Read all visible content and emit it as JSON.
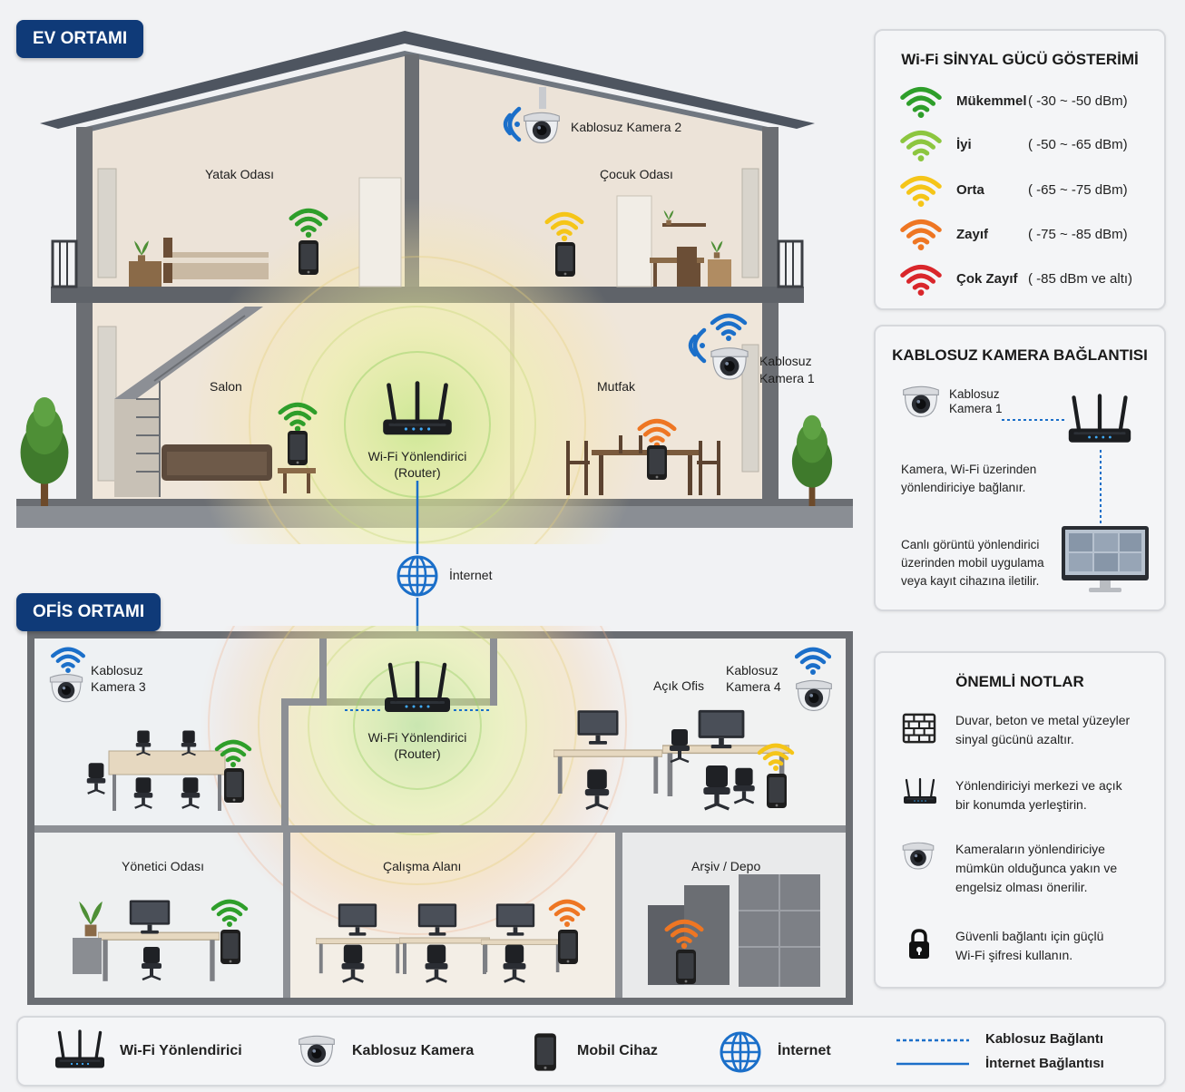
{
  "home": {
    "tag": "EV ORTAMI",
    "rooms": {
      "bedroom": "Yatak Odası",
      "kids_room": "Çocuk Odası",
      "living": "Salon",
      "kitchen": "Mutfak"
    },
    "camera2": "Kablosuz Kamera 2",
    "camera1_line1": "Kablosuz",
    "camera1_line2": "Kamera 1",
    "router_line1": "Wi-Fi Yönlendirici",
    "router_line2": "(Router)"
  },
  "internet_label": "İnternet",
  "office": {
    "tag": "OFİS ORTAMI",
    "rooms": {
      "open_office": "Açık Ofis",
      "manager": "Yönetici Odası",
      "work_area": "Çalışma Alanı",
      "archive": "Arşiv / Depo"
    },
    "camera3_line1": "Kablosuz",
    "camera3_line2": "Kamera 3",
    "camera4_line1": "Kablosuz",
    "camera4_line2": "Kamera 4",
    "router_line1": "Wi-Fi Yönlendirici",
    "router_line2": "(Router)"
  },
  "signal_panel": {
    "title": "Wi-Fi SİNYAL GÜCÜ GÖSTERİMİ",
    "levels": [
      {
        "label": "Mükemmel",
        "range": "( -30 ~ -50 dBm)",
        "color": "#2e9e2a"
      },
      {
        "label": "İyi",
        "range": "( -50 ~ -65 dBm)",
        "color": "#8cc63f"
      },
      {
        "label": "Orta",
        "range": "( -65 ~ -75 dBm)",
        "color": "#f5c518"
      },
      {
        "label": "Zayıf",
        "range": "( -75 ~ -85 dBm)",
        "color": "#ee7623"
      },
      {
        "label": "Çok Zayıf",
        "range": "( -85 dBm ve altı)",
        "color": "#d9262b"
      }
    ]
  },
  "camera_panel": {
    "title": "KABLOSUZ KAMERA BAĞLANTISI",
    "camera_line1": "Kablosuz",
    "camera_line2": "Kamera 1",
    "text1_line1": "Kamera, Wi-Fi üzerinden",
    "text1_line2": "yönlendiriciye bağlanır.",
    "text2_line1": "Canlı görüntü yönlendirici",
    "text2_line2": "üzerinden mobil uygulama",
    "text2_line3": "veya kayıt cihazına iletilir."
  },
  "notes_panel": {
    "title": "ÖNEMLİ NOTLAR",
    "notes": [
      {
        "line1": "Duvar, beton ve metal yüzeyler",
        "line2": "sinyal gücünü azaltır.",
        "line3": ""
      },
      {
        "line1": "Yönlendiriciyi merkezi ve açık",
        "line2": "bir konumda yerleştirin.",
        "line3": ""
      },
      {
        "line1": "Kameraların yönlendiriciye",
        "line2": "mümkün olduğunca yakın ve",
        "line3": "engelsiz olması önerilir."
      },
      {
        "line1": "Güvenli bağlantı için güçlü",
        "line2": "Wi-Fi şifresi kullanın.",
        "line3": ""
      }
    ]
  },
  "legend": {
    "router": "Wi-Fi Yönlendirici",
    "camera": "Kablosuz Kamera",
    "mobile": "Mobil Cihaz",
    "internet": "İnternet",
    "wireless": "Kablosuz Bağlantı",
    "internet_conn": "İnternet Bağlantısı"
  },
  "colors": {
    "tag_blue": "#0f3a78",
    "link_blue": "#1b6fc9",
    "wall": "#6b6e73"
  }
}
